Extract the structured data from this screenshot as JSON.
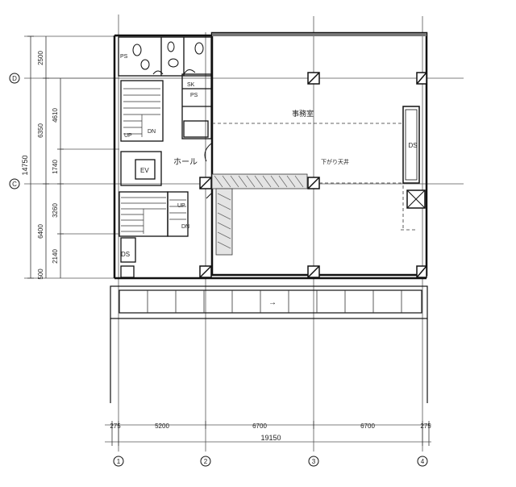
{
  "rooms": {
    "office": "事務室",
    "hall": "ホール",
    "lowered_ceiling": "下がり天井",
    "ev": "EV",
    "ds_right": "DS",
    "ds_left": "DS",
    "ps_left": "PS",
    "sk": "SK",
    "ps_mid": "PS"
  },
  "stairs": {
    "upper_up": "UP",
    "upper_dn": "DN",
    "lower_up": "UP",
    "lower_dn": "DN"
  },
  "dims_left": {
    "total": "14750",
    "top": "2500",
    "mid_a": "4610",
    "mid_b": "6350",
    "mid_c": "1740",
    "low_a": "3260",
    "low_b": "6400",
    "low_c": "2140",
    "bottom": "500"
  },
  "dims_bottom": {
    "edge_left": "275",
    "span1": "5200",
    "span2": "6700",
    "span3": "6700",
    "edge_right": "275",
    "total": "19150"
  },
  "axes": {
    "row_D": "D",
    "row_C": "C",
    "col_1": "1",
    "col_2": "2",
    "col_3": "3",
    "col_4": "4"
  },
  "balcony_arrow": "→"
}
